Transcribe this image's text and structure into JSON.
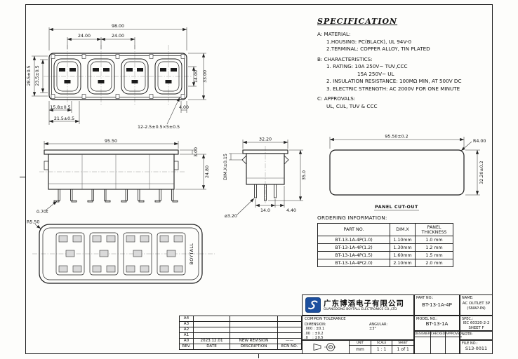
{
  "spec": {
    "title": "SPECIFICATION",
    "lines": [
      {
        "text": "A: MATERIAL:"
      },
      {
        "text": "1.HOUSING: PC(BLACK), UL 94V-0"
      },
      {
        "text": "2.TERMINAL: COPPER ALLOY, TIN PLATED"
      },
      {
        "text": "B: CHARACTERISTICS:"
      },
      {
        "text": "1. RATING: 10A 250V~ TUV,CCC"
      },
      {
        "text": "15A 250V~ UL"
      },
      {
        "text": "2. INSULATION RESISTANCE: 100MΩ MIN, AT 500V DC"
      },
      {
        "text": "3. ELECTRIC STRENGTH: AC 2000V FOR ONE MINUTE"
      },
      {
        "text": "C: APPROVALS:"
      },
      {
        "text": "UL, CUL, TUV & CCC"
      }
    ]
  },
  "dims": {
    "front": {
      "overall_width": "98.00",
      "pitch_a": "24.00",
      "pitch_b": "24.00",
      "height_outer": "28.5±0.5",
      "height_inner": "23.5±0.5",
      "right_upper": "14.00",
      "right_full": "33.00",
      "bottom_a": "15.8±0.5",
      "bottom_b": "21.5±0.5",
      "bottom_right": "4.00",
      "hole_callout": "12-2.5±0.5×5±0.5"
    },
    "side": {
      "width": "95.50",
      "flange": "3.00",
      "height": "24.80",
      "wall": "0.70t"
    },
    "end": {
      "width": "32.20",
      "dim_x": "DIM.X±0.15",
      "height": "35.0",
      "pin_dia": "ø3.20",
      "pin_pitch": "14.0",
      "pin_offset": "4.40"
    },
    "cutout": {
      "width": "95.50±0.2",
      "corner_radius": "R4.00",
      "height": "32.20±0.2",
      "label": "PANEL CUT-OUT"
    },
    "back": {
      "corner_radius": "R5.50",
      "brand": "BOYTALL"
    }
  },
  "ordering": {
    "title": "ORDERING INFORMATION:",
    "headers": [
      "PART NO.",
      "DIM.X",
      "PANEL THICKNESS"
    ],
    "rows": [
      [
        "BT-13-1A-4P(1.0)",
        "1.10mm",
        "1.0 mm"
      ],
      [
        "BT-13-1A-4P(1.2)",
        "1.30mm",
        "1.2 mm"
      ],
      [
        "BT-13-1A-4P(1.5)",
        "1.60mm",
        "1.5 mm"
      ],
      [
        "BT-13-1A-4P(2.0)",
        "2.10mm",
        "2.0 mm"
      ]
    ]
  },
  "title_block": {
    "company_cn": "广东博滔电子有限公司",
    "company_en": "GUANGDONG BOYTALL ELECTRONICS CO.,LTD",
    "part_no_label": "PART NO.:",
    "part_no": "BT-13-1A-4P",
    "name_label": "NAME:",
    "name_line1": "AC OUTLET 3P",
    "name_line2": "(SNAP-IN)",
    "model_label": "MODEL NO.:",
    "model": "BT-13-1A",
    "spec_label": "SPEC.:",
    "spec_line1": "IEC 60320-2-2",
    "spec_line2": "SHEET F",
    "designer_label": "DESIGNER",
    "checked_label": "CHECKED",
    "approved_label": "APPROVED",
    "note_label": "NOTE:",
    "unit_label": "UNIT",
    "unit": "mm",
    "scale_label": "SCALE",
    "scale": "1 : 1",
    "sheet_label": "SHEET",
    "sheet": "1 of 1",
    "file_label": "FILE NO.:",
    "file_no": "S13-0011"
  },
  "tolerance": {
    "title": "COMMON TOLERANCE",
    "dimension_label": "DIMENSION:",
    "angular_label": "ANGULAR:",
    "rows": [
      ".000 : ±0.1",
      ".00  : ±0.2",
      ".0    : ±0.5"
    ],
    "angular_value": "±3°"
  },
  "revision": {
    "rows": [
      {
        "rev": "A4",
        "date": "",
        "desc": "",
        "ecn": ""
      },
      {
        "rev": "A3",
        "date": "",
        "desc": "",
        "ecn": ""
      },
      {
        "rev": "A2",
        "date": "",
        "desc": "",
        "ecn": ""
      },
      {
        "rev": "A1",
        "date": "",
        "desc": "",
        "ecn": ""
      },
      {
        "rev": "A0",
        "date": "2023.12.01",
        "desc": "NEW REVISION",
        "ecn": "——"
      }
    ],
    "headers": {
      "rev": "REV.",
      "date": "DATE",
      "desc": "DESCRIPTION",
      "ecn": "ECN NO."
    }
  }
}
